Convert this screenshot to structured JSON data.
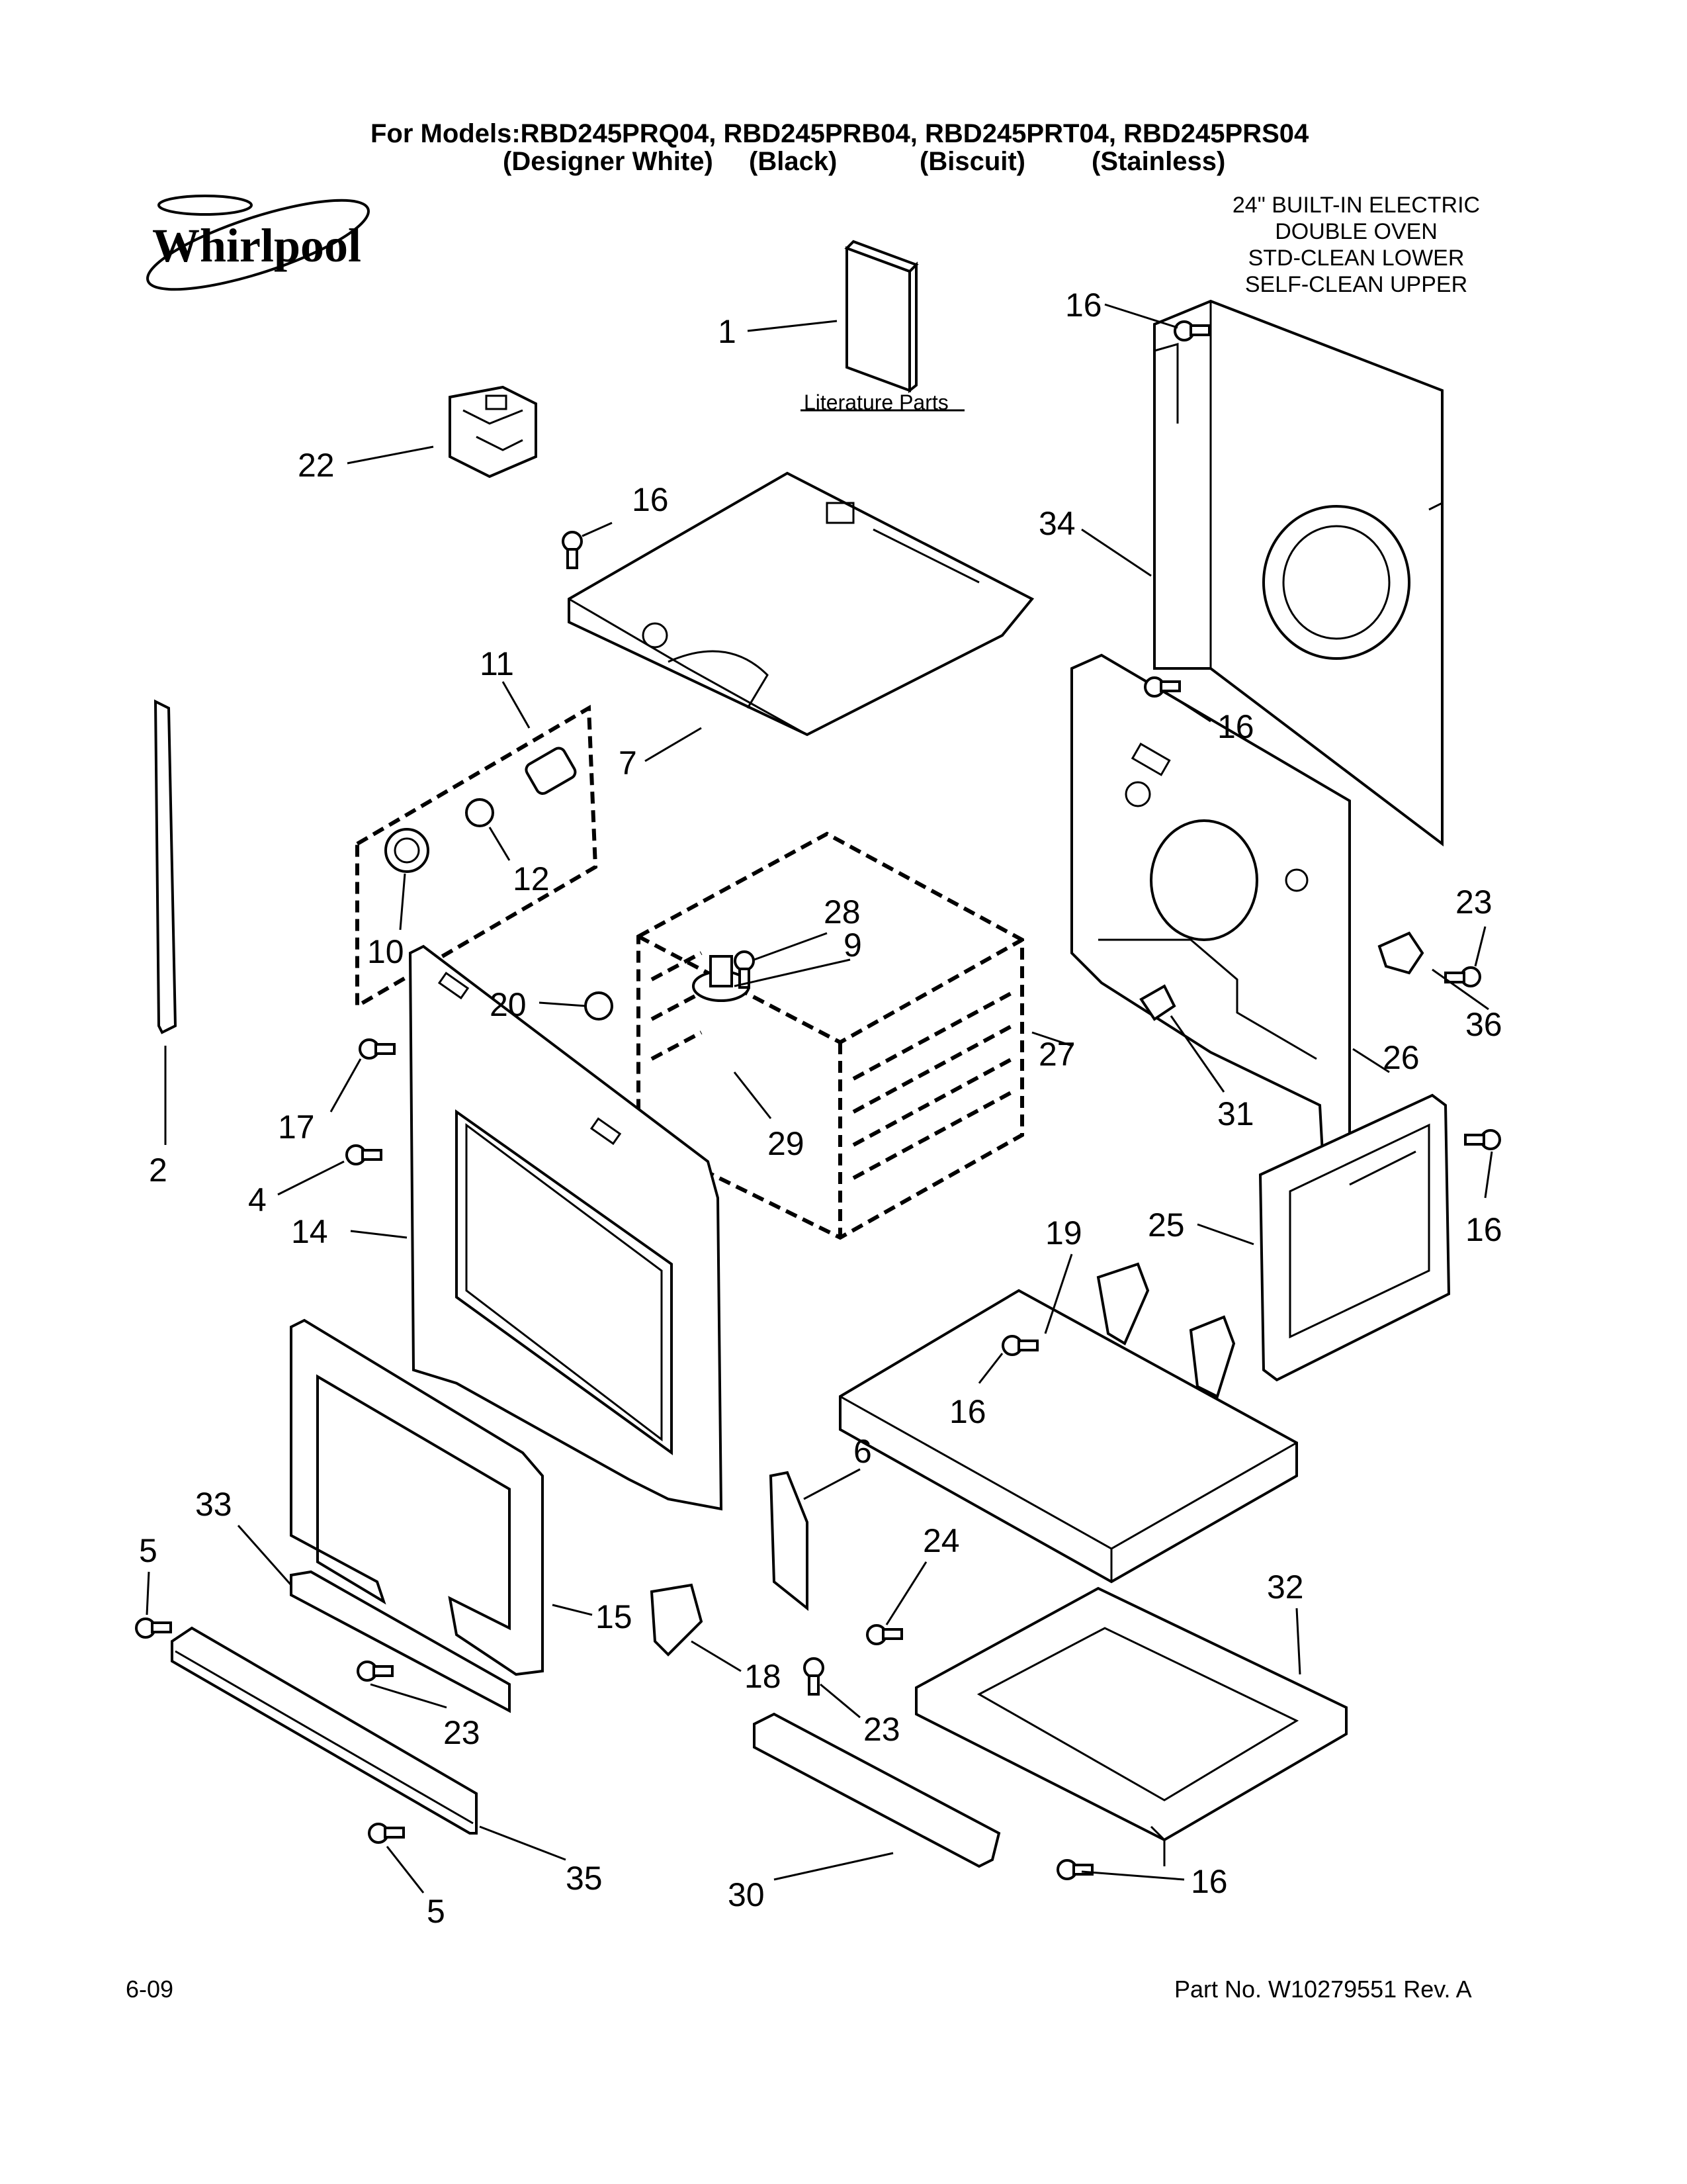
{
  "header": {
    "models_line": "For Models:RBD245PRQ04, RBD245PRB04, RBD245PRT04, RBD245PRS04",
    "colors": [
      "(Designer White)",
      "(Black)",
      "(Biscuit)",
      "(Stainless)"
    ]
  },
  "brand": {
    "name": "Whirlpool"
  },
  "product_info": [
    "24\" BUILT-IN ELECTRIC",
    "DOUBLE OVEN",
    "STD-CLEAN LOWER",
    "SELF-CLEAN UPPER"
  ],
  "literature_label": "Literature Parts",
  "callouts": [
    "1",
    "16",
    "22",
    "16",
    "34",
    "11",
    "7",
    "16",
    "12",
    "10",
    "28",
    "9",
    "23",
    "36",
    "20",
    "27",
    "26",
    "17",
    "2",
    "29",
    "31",
    "4",
    "14",
    "19",
    "25",
    "16",
    "16",
    "6",
    "33",
    "24",
    "32",
    "5",
    "15",
    "18",
    "23",
    "23",
    "35",
    "30",
    "16",
    "5"
  ],
  "footer": {
    "date": "6-09",
    "part_no": "Part No. W10279551 Rev. A"
  }
}
